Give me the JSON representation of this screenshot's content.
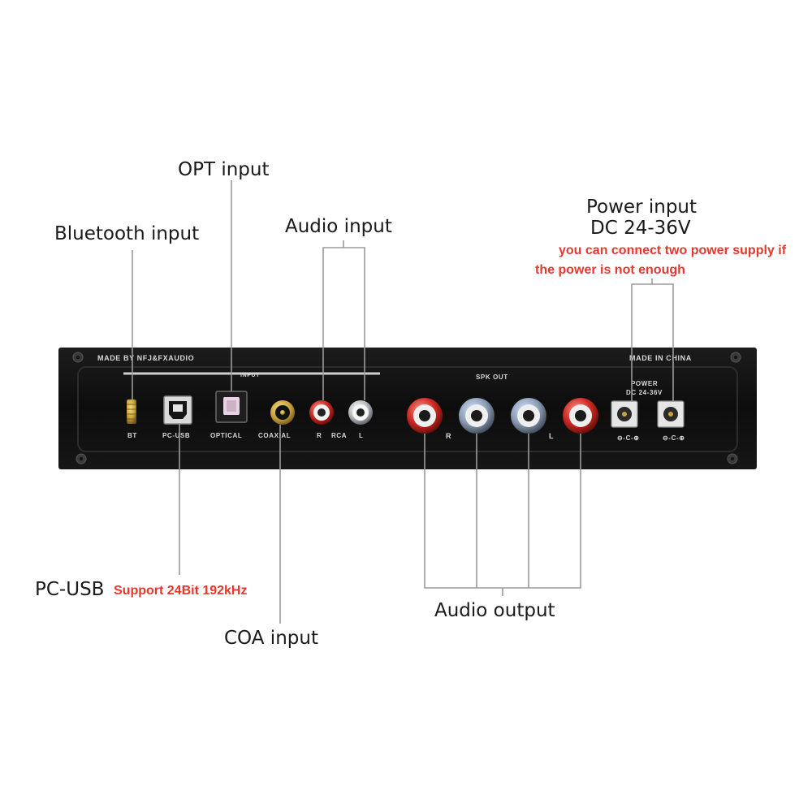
{
  "panel": {
    "maker": "MADE BY NFJ&FXAUDIO",
    "origin": "MADE IN CHINA",
    "input_group": "INPUT",
    "spk_out": "SPK OUT",
    "power_title": "POWER",
    "power_rating": "DC 24-36V",
    "port_bt": "BT",
    "port_usb": "PC-USB",
    "port_optical": "OPTICAL",
    "port_coaxial": "COAXIAL",
    "rca_r": "R",
    "rca_label": "RCA",
    "rca_l": "L",
    "spk_r": "R",
    "spk_l": "L",
    "polarity_symbol": "⊖-C-⊕"
  },
  "callouts": {
    "bluetooth": "Bluetooth input",
    "opt": "OPT input",
    "audio_input": "Audio input",
    "power_line1": "Power input",
    "power_line2": "DC 24-36V",
    "power_note_line1": "you can connect two power supply if",
    "power_note_line2": "the power is not enough",
    "pc_usb": "PC-USB",
    "pc_usb_note": "Support  24Bit 192kHz",
    "coa": "COA input",
    "audio_output": "Audio output"
  },
  "colors": {
    "panel": "#111111",
    "panel_text": "#d8d8d8",
    "callout_text": "#1a1a1a",
    "note_red": "#e8372c",
    "leader_line": "#9a9a9a",
    "rca_red": "#d2232a",
    "gold": "#c9a23a"
  }
}
